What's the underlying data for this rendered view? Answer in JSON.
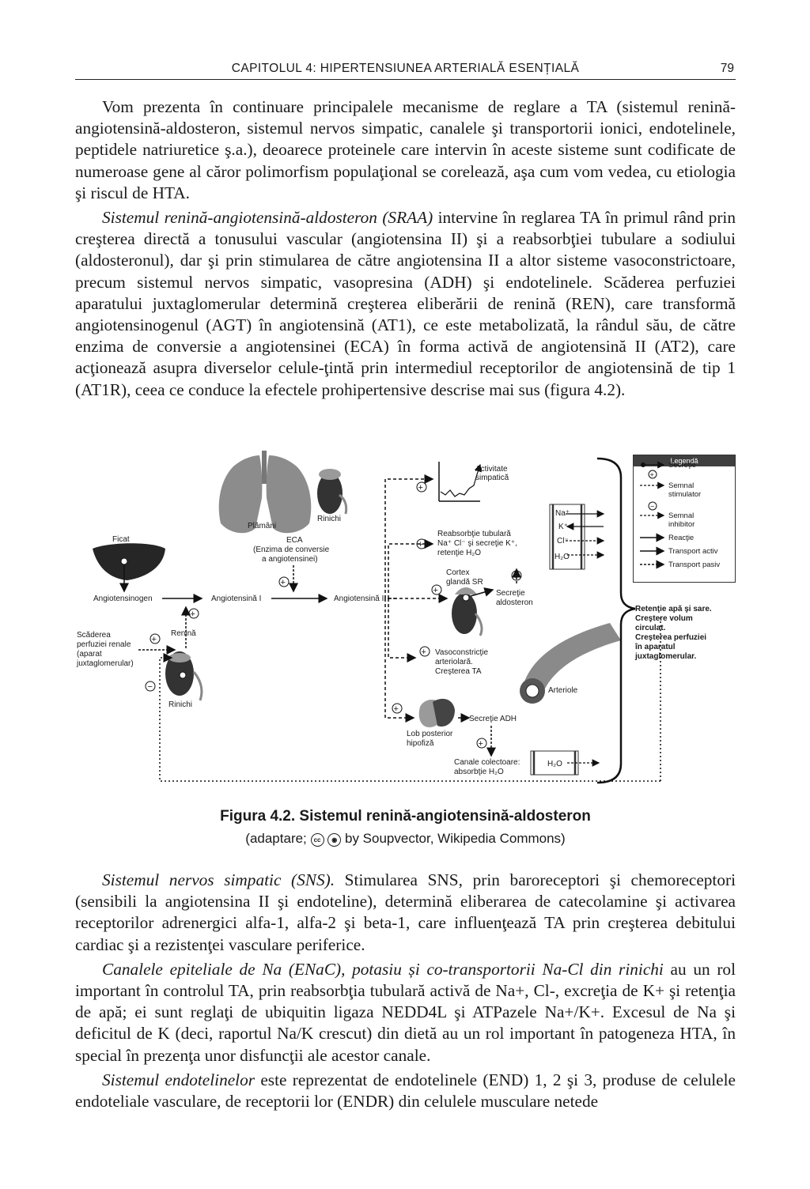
{
  "header": {
    "running_title": "CAPITOLUL 4: HIPERTENSIUNEA ARTERIALĂ ESENȚIALĂ",
    "page_number": "79"
  },
  "paragraphs_top": [
    {
      "text": "Vom prezenta în continuare principalele mecanisme de reglare a TA (sistemul renină-angiotensină-aldosteron, sistemul nervos simpatic, canalele şi transportorii ionici, endotelinele, peptidele natriuretice ş.a.), deoarece proteinele care intervin în aceste sisteme sunt codificate de numeroase gene al căror polimorfism populaţional se corelează, aşa cum vom vedea, cu etiologia şi riscul de HTA."
    },
    {
      "lead": "Sistemul renină-angiotensină-aldosteron (SRAA)",
      "text": " intervine în reglarea TA în primul rând prin creşterea directă a tonusului vascular (angiotensina II) şi a reabsorbţiei tubulare a sodiului (aldosteronul), dar şi prin stimularea de către angiotensina II a altor sisteme vasoconstrictoare, precum sistemul nervos simpatic, vasopresina (ADH) şi endotelinele. Scăderea perfuziei aparatului juxtaglomerular determină creşterea eliberării de renină (REN), care transformă angiotensinogenul (AGT) în angiotensină (AT1), ce este metabolizată, la rândul său, de către enzima de conversie a angiotensinei (ECA) în forma activă de angiotensină II (AT2), care acţionează asupra diverselor celule-ţintă prin intermediul receptorilor de angiotensină de tip 1 (AT1R), ceea ce conduce la efectele prohipertensive descrise mai sus (figura 4.2)."
    }
  ],
  "figure": {
    "caption_title": "Figura 4.2. Sistemul renină-angiotensină-aldosteron",
    "caption_prefix": "(adaptare;",
    "caption_suffix": "by Soupvector, Wikipedia Commons)",
    "labels": {
      "ficat": "Ficat",
      "plamani": "Plămâni",
      "rinichi_top": "Rinichi",
      "eca_1": "ECA",
      "eca_2": "(Enzima de conversie",
      "eca_3": "a angiotensinei)",
      "angiotensinogen": "Angiotensinogen",
      "angiotensina_1": "Angiotensină I",
      "angiotensina_2": "Angiotensină II",
      "renina": "Renină",
      "scadere_1": "Scăderea",
      "scadere_2": "perfuziei renale",
      "scadere_3": "(aparat",
      "scadere_4": "juxtaglomerular)",
      "rinichi_bottom": "Rinichi",
      "activitate_1": "Activitate",
      "activitate_2": "simpatică",
      "reabs_1": "Reabsorbţie tubulară",
      "reabs_2": "Na⁺ Cl⁻ şi secreţie K⁺,",
      "reabs_3": "retenţie H₂O",
      "cortex_1": "Cortex",
      "cortex_2": "glandă SR",
      "secretie_1": "Secreţie",
      "secretie_2": "aldosteron",
      "vaso_1": "Vasoconstricţie",
      "vaso_2": "arteriolară.",
      "vaso_3": "Creşterea TA",
      "arteriole": "Arteriole",
      "adh": "Secreţie ADH",
      "lob_1": "Lob posterior",
      "lob_2": "hipofiză",
      "canale_1": "Canale colectoare:",
      "canale_2": "absorbţie H₂O",
      "na": "Na⁺",
      "k": "K⁺",
      "cl": "Cl⁻",
      "h2o": "H₂O",
      "h2o_2": "H₂O",
      "retentie_1": "Retenţie apă şi sare.",
      "retentie_2": "Creştere volum",
      "retentie_3": "circulat.",
      "retentie_4": "Creşterea perfuziei",
      "retentie_5": "în aparatul",
      "retentie_6": "juxtaglomerular."
    },
    "legend": {
      "title": "Legendă",
      "secretie": "Secreţie",
      "semnal_stim_1": "Semnal",
      "semnal_stim_2": "stimulator",
      "semnal_inh_1": "Semnal",
      "semnal_inh_2": "inhibitor",
      "reactie": "Reacţie",
      "transport_activ": "Transport activ",
      "transport_pasiv": "Transport pasiv"
    }
  },
  "paragraphs_bottom": [
    {
      "lead": "Sistemul nervos simpatic (SNS).",
      "text": " Stimularea SNS, prin baroreceptori şi chemoreceptori (sensibili la angiotensina II şi endoteline), determină eliberarea de catecolamine şi activarea receptorilor adrenergici alfa-1, alfa-2 şi beta-1, care influenţează TA prin creşterea debitului cardiac şi a rezistenţei vasculare periferice."
    },
    {
      "lead": "Canalele epiteliale de Na (ENaC), potasiu și co-transportorii Na-Cl din rinichi",
      "text": " au un rol important în controlul TA, prin reabsorbţia tubulară activă de Na+, Cl-, excreţia de K+ şi retenţia de apă; ei sunt reglaţi de ubiquitin ligaza NEDD4L şi ATPazele Na+/K+. Excesul de Na şi deficitul de K (deci, raportul Na/K crescut) din dietă au un rol important în patogeneza HTA, în special în prezenţa unor disfuncţii ale acestor canale."
    },
    {
      "lead": "Sistemul endotelinelor",
      "text": " este reprezentat de endotelinele (END) 1, 2 şi 3, produse de celulele endoteliale vasculare, de receptorii lor (ENDR) din celulele musculare netede"
    }
  ]
}
